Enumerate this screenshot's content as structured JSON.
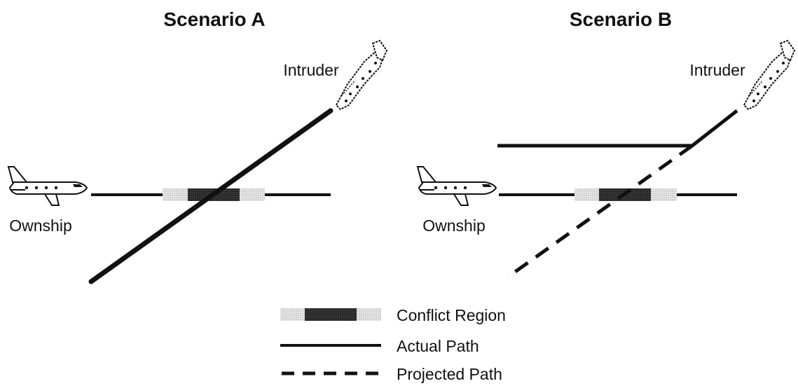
{
  "scenario_a": {
    "title": "Scenario A",
    "ownship_label": "Ownship",
    "intruder_label": "Intruder"
  },
  "scenario_b": {
    "title": "Scenario B",
    "ownship_label": "Ownship",
    "intruder_label": "Intruder"
  },
  "legend": {
    "conflict_region": "Conflict Region",
    "actual_path": "Actual Path",
    "projected_path": "Projected Path"
  },
  "colors": {
    "line": "#111111",
    "conflict_core": "#2a2a2a",
    "conflict_fringe": "#d4d4d4"
  },
  "icons": {
    "ownship": "airplane-icon",
    "intruder": "helicopter-icon"
  }
}
